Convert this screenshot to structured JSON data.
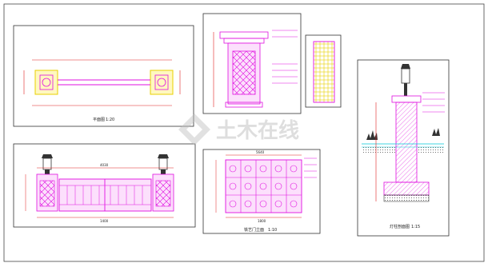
{
  "drawing": {
    "watermark": "土木在线",
    "colors": {
      "frame": "#333333",
      "magenta": "#e010e0",
      "red": "#e02020",
      "yellow": "#e8d000",
      "cyan": "#00c8d8",
      "dim": "#404040"
    },
    "views": {
      "plan": {
        "title": "平面图",
        "scale": "1:20"
      },
      "gate_elevation": {
        "title": "铁艺门立面",
        "scale": "1:10"
      },
      "lamp_section": {
        "title": "灯柱剖面图",
        "scale": "1:15"
      }
    },
    "dimensions": {
      "elev_top": "4030",
      "elev_bottom": "1400",
      "gate_top": "5640",
      "gate_bottom": "1800"
    }
  }
}
